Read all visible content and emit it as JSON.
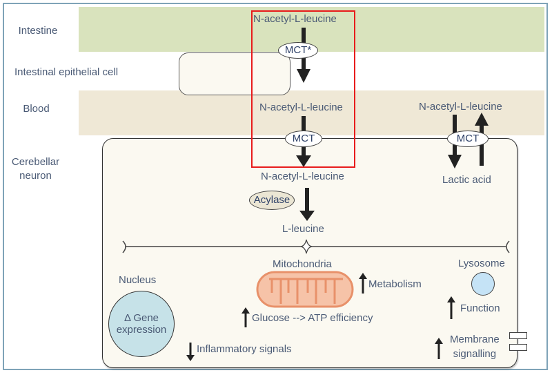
{
  "compartments": {
    "intestine": "Intestine",
    "epithelial_cell": "Intestinal epithelial cell",
    "blood": "Blood",
    "neuron_line1": "Cerebellar",
    "neuron_line2": "neuron"
  },
  "molecules": {
    "intestine_nal": "N-acetyl-L-leucine",
    "blood_nal_center": "N-acetyl-L-leucine",
    "blood_nal_right": "N-acetyl-L-leucine",
    "neuron_nal": "N-acetyl-L-leucine",
    "l_leucine": "L-leucine",
    "lactic_acid": "Lactic acid"
  },
  "transporters": {
    "mct_star": "MCT*",
    "mct_center": "MCT",
    "mct_right": "MCT"
  },
  "enzymes": {
    "acylase": "Acylase"
  },
  "organelles": {
    "nucleus_label": "Nucleus",
    "nucleus_line1": "Δ Gene",
    "nucleus_line2": "expression",
    "mitochondria_label": "Mitochondria",
    "lysosome_label": "Lysosome"
  },
  "effects": {
    "metabolism": "Metabolism",
    "glucose_atp": "Glucose --> ATP efficiency",
    "inflammatory": "Inflammatory signals",
    "function": "Function",
    "membrane_line1": "Membrane",
    "membrane_line2": "signalling"
  },
  "effect_directions": {
    "metabolism": "up",
    "glucose_atp": "up",
    "inflammatory": "down",
    "function": "up",
    "membrane_signalling": "up"
  },
  "colors": {
    "intestine_band": "#d9e3bd",
    "blood_band": "#efe8d6",
    "cell_fill": "#fbf9f1",
    "highlight_box": "#e81b1b",
    "mitochondria_fill": "#f6c3a8",
    "mitochondria_stroke": "#e8916a",
    "nucleus_fill": "#c6e2e8",
    "lysosome_fill": "#c5e3f6",
    "text": "#4a5a75"
  }
}
